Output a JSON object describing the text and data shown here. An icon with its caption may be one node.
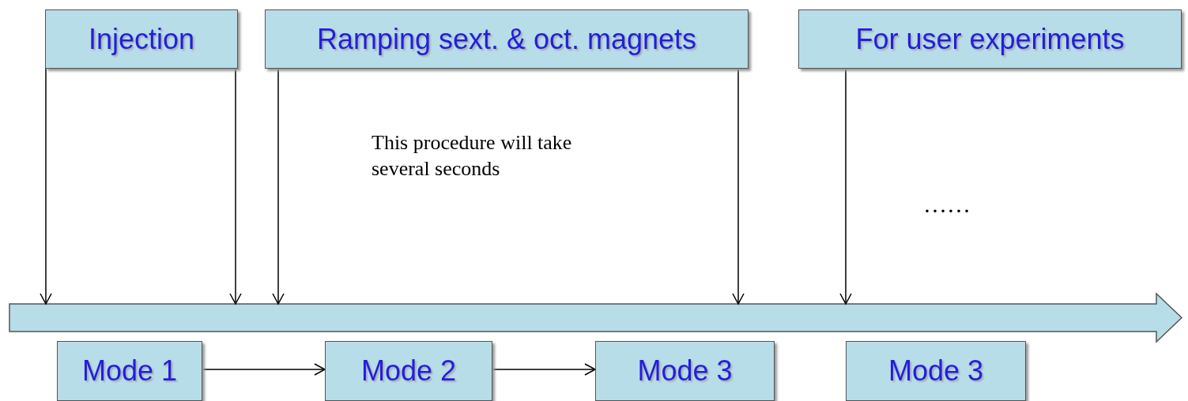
{
  "diagram": {
    "nodes": [
      {
        "text": [
          "Injection"
        ]
      },
      {
        "text": [
          "Ramping sext. & oct. magnets"
        ]
      },
      {
        "text": [
          "For user experiments"
        ]
      },
      {
        "text": [],
        "shape": "bar"
      },
      {
        "text": [
          "Mode 1"
        ]
      },
      {
        "text": [
          "Mode 2"
        ]
      },
      {
        "text": [
          "Mode 3"
        ]
      },
      {
        "text": [
          "Mode 3"
        ]
      }
    ],
    "edges": [
      {
        "from": 0,
        "to": 3,
        "arrow": "to"
      },
      {
        "from": 0,
        "to": 3,
        "arrow": "to"
      },
      {
        "from": 1,
        "to": 3,
        "arrow": "to"
      },
      {
        "from": 1,
        "to": 3,
        "arrow": "to"
      },
      {
        "from": 2,
        "to": 3,
        "arrow": "to"
      },
      {
        "from": 4,
        "to": 5,
        "arrow": "to"
      },
      {
        "from": 5,
        "to": 6,
        "arrow": "to"
      }
    ],
    "labels": [
      "This procedure will take several seconds",
      "……"
    ]
  }
}
